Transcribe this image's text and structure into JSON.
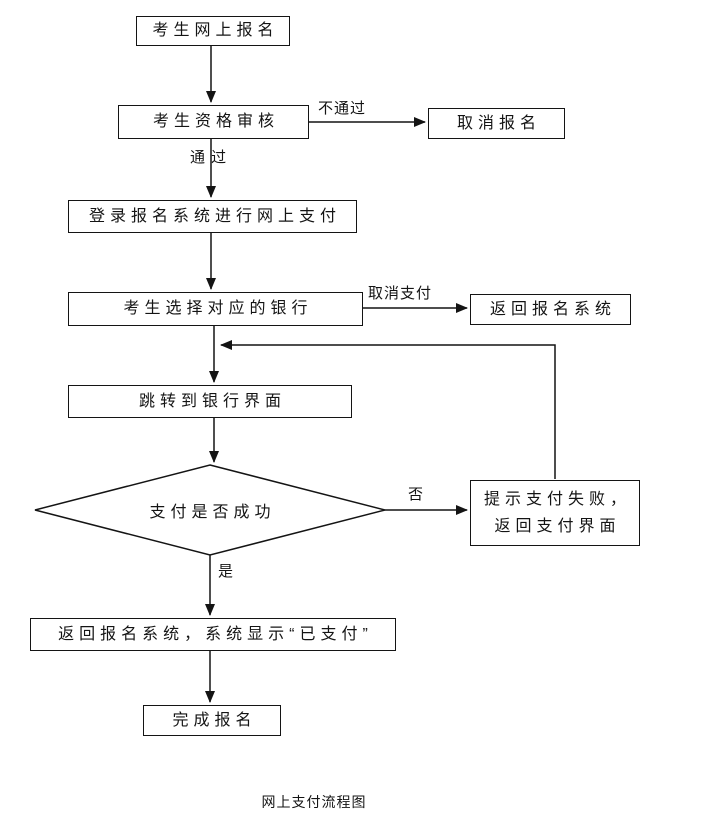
{
  "title": "网上支付流程图",
  "colors": {
    "background": "#ffffff",
    "line": "#141414",
    "box_border": "#141414",
    "text": "#141414"
  },
  "nodes": {
    "register": "考生网上报名",
    "review": "考生资格审核",
    "cancel_register": "取消报名",
    "login_pay": "登录报名系统进行网上支付",
    "select_bank": "考生选择对应的银行",
    "return_system": "返回报名系统",
    "jump_bank": "跳转到银行界面",
    "pay_check": "支付是否成功",
    "pay_fail": "提示支付失败，\n返回支付界面",
    "return_paid": "返回报名系统，系统显示“已支付”",
    "complete": "完成报名"
  },
  "edges": [
    {
      "from": "register",
      "to": "review",
      "label": ""
    },
    {
      "from": "review",
      "to": "cancel_register",
      "label": "不通过"
    },
    {
      "from": "review",
      "to": "login_pay",
      "label": "通 过"
    },
    {
      "from": "login_pay",
      "to": "select_bank",
      "label": ""
    },
    {
      "from": "select_bank",
      "to": "return_system",
      "label": "取消支付"
    },
    {
      "from": "select_bank",
      "to": "jump_bank",
      "label": ""
    },
    {
      "from": "pay_fail",
      "to": "jump_bank",
      "label": ""
    },
    {
      "from": "jump_bank",
      "to": "pay_check",
      "label": ""
    },
    {
      "from": "pay_check",
      "to": "pay_fail",
      "label": "否"
    },
    {
      "from": "pay_check",
      "to": "return_paid",
      "label": "是"
    },
    {
      "from": "return_paid",
      "to": "complete",
      "label": ""
    }
  ]
}
